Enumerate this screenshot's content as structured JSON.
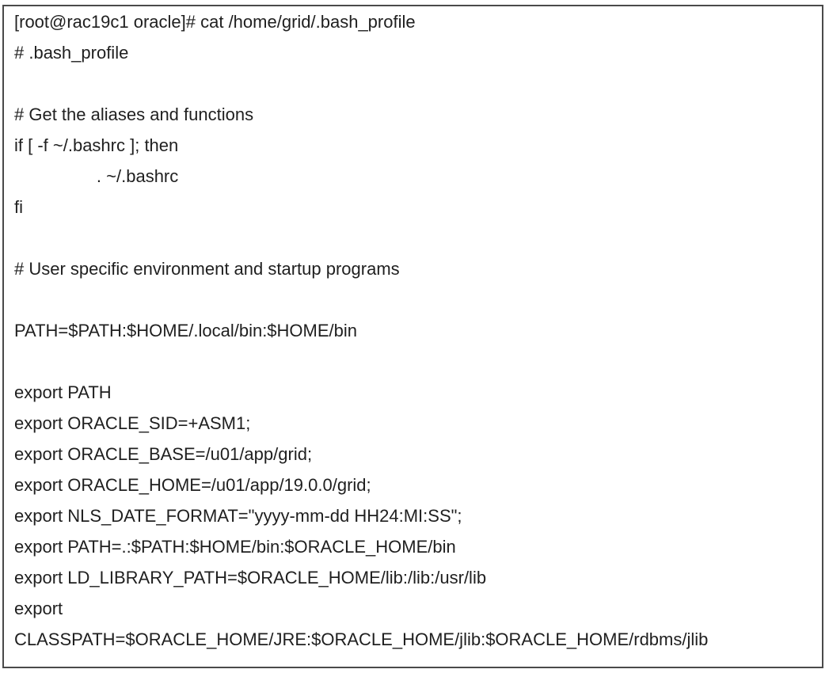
{
  "window": {
    "kind": "terminal-output",
    "shell_user": "root",
    "shell_host": "rac19c1",
    "shell_cwd": "oracle",
    "command": "cat /home/grid/.bash_profile"
  },
  "terminal": {
    "lines": [
      "[root@rac19c1 oracle]# cat /home/grid/.bash_profile",
      "# .bash_profile",
      "",
      "# Get the aliases and functions",
      "if [ -f ~/.bashrc ]; then",
      "\t. ~/.bashrc",
      "fi",
      "",
      "# User specific environment and startup programs",
      "",
      "PATH=$PATH:$HOME/.local/bin:$HOME/bin",
      "",
      "export PATH",
      "export ORACLE_SID=+ASM1;",
      "export ORACLE_BASE=/u01/app/grid;",
      "export ORACLE_HOME=/u01/app/19.0.0/grid;",
      "export NLS_DATE_FORMAT=\"yyyy-mm-dd HH24:MI:SS\";",
      "export PATH=.:$PATH:$HOME/bin:$ORACLE_HOME/bin",
      "export LD_LIBRARY_PATH=$ORACLE_HOME/lib:/lib:/usr/lib",
      "export",
      "CLASSPATH=$ORACLE_HOME/JRE:$ORACLE_HOME/jlib:$ORACLE_HOME/rdbms/jlib"
    ]
  },
  "colors": {
    "background": "#ffffff",
    "border": "#4a4a4a",
    "text": "#1f1f1f"
  }
}
